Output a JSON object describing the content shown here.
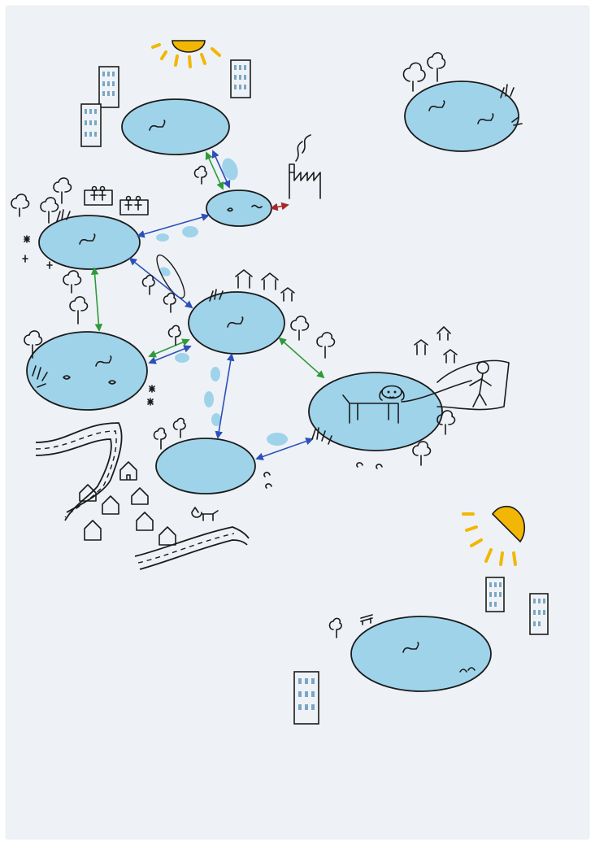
{
  "drawing": {
    "ponds": [
      "pond-city-north",
      "pond-park-northeast",
      "pond-factory",
      "pond-picnic-west",
      "pond-central",
      "pond-southwest",
      "pond-south",
      "pond-dog",
      "pond-city-southeast"
    ],
    "connection_colors": {
      "green": "#2f9a3a",
      "blue": "#2d4fb8",
      "red": "#a32a2a"
    },
    "colors": {
      "water": "#9fd3ea",
      "sun": "#f2b705",
      "paper": "#eef2f6",
      "ink": "#1b1b1b",
      "building_windows": "#7aa6c4"
    }
  }
}
